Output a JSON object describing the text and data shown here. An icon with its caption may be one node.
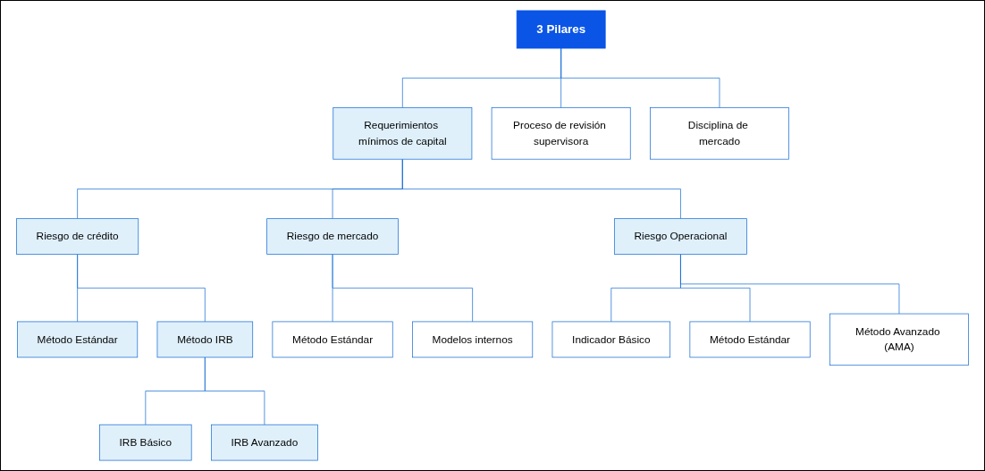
{
  "diagram": {
    "nodes": [
      {
        "text": [
          "3 Pilares"
        ]
      },
      {
        "text": [
          "Requerimientos mínimos de capital"
        ]
      },
      {
        "text": [
          "Proceso de revisión supervisora"
        ]
      },
      {
        "text": [
          "Disciplina de mercado"
        ]
      },
      {
        "text": [
          "Riesgo de crédito"
        ]
      },
      {
        "text": [
          "Riesgo de mercado"
        ]
      },
      {
        "text": [
          "Riesgo Operacional"
        ]
      },
      {
        "text": [
          "Método Estándar"
        ]
      },
      {
        "text": [
          "Método IRB"
        ]
      },
      {
        "text": [
          "IRB Básico"
        ]
      },
      {
        "text": [
          "IRB Avanzado"
        ]
      },
      {
        "text": [
          "Método Estándar"
        ]
      },
      {
        "text": [
          "Modelos internos"
        ]
      },
      {
        "text": [
          "Indicador Básico"
        ]
      },
      {
        "text": [
          "Método Estándar"
        ]
      },
      {
        "text": [
          "Método Avanzado (AMA)"
        ]
      }
    ],
    "edges": [
      {
        "from": 0,
        "to": 1,
        "arrow": "none"
      },
      {
        "from": 0,
        "to": 2,
        "arrow": "none"
      },
      {
        "from": 0,
        "to": 3,
        "arrow": "none"
      },
      {
        "from": 1,
        "to": 4,
        "arrow": "none"
      },
      {
        "from": 1,
        "to": 5,
        "arrow": "none"
      },
      {
        "from": 1,
        "to": 6,
        "arrow": "none"
      },
      {
        "from": 4,
        "to": 7,
        "arrow": "none"
      },
      {
        "from": 4,
        "to": 8,
        "arrow": "none"
      },
      {
        "from": 8,
        "to": 9,
        "arrow": "none"
      },
      {
        "from": 8,
        "to": 10,
        "arrow": "none"
      },
      {
        "from": 5,
        "to": 11,
        "arrow": "none"
      },
      {
        "from": 5,
        "to": 12,
        "arrow": "none"
      },
      {
        "from": 6,
        "to": 13,
        "arrow": "none"
      },
      {
        "from": 6,
        "to": 14,
        "arrow": "none"
      },
      {
        "from": 6,
        "to": 15,
        "arrow": "none"
      }
    ]
  }
}
